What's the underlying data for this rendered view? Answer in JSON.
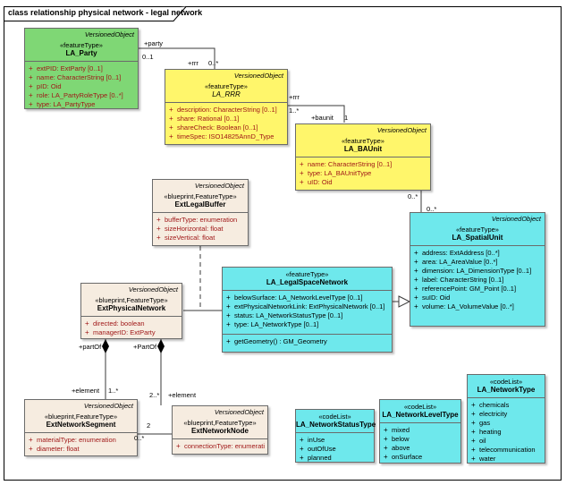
{
  "diagram": {
    "title": "class relationship physical network - legal network"
  },
  "colors": {
    "green": "#7fd775",
    "yellow": "#fff66b",
    "tan": "#f6ece0",
    "cyan": "#6ee8ec",
    "attr_red": "#a01818"
  },
  "classes": {
    "la_party": {
      "supertype": "VersionedObject",
      "stereotype": "«featureType»",
      "name": "LA_Party",
      "attrs": [
        "extPID: ExtParty [0..1]",
        "name: CharacterString [0..1]",
        "pID: Oid",
        "role: LA_PartyRoleType [0..*]",
        "type: LA_PartyType"
      ]
    },
    "la_rrr": {
      "supertype": "VersionedObject",
      "stereotype": "«featureType»",
      "name": "LA_RRR",
      "attrs": [
        "description: CharacterString [0..1]",
        "share: Rational [0..1]",
        "shareCheck: Boolean [0..1]",
        "timeSpec: ISO14825AnnD_Type"
      ]
    },
    "la_baunit": {
      "supertype": "VersionedObject",
      "stereotype": "«featureType»",
      "name": "LA_BAUnit",
      "attrs": [
        "name: CharacterString [0..1]",
        "type: LA_BAUnitType",
        "uID: Oid"
      ]
    },
    "la_spatialunit": {
      "supertype": "VersionedObject",
      "stereotype": "«featureType»",
      "name": "LA_SpatialUnit",
      "attrs": [
        "address: ExtAddress [0..*]",
        "area: LA_AreaValue [0..*]",
        "dimension: LA_DimensionType [0..1]",
        "label: CharacterString [0..1]",
        "referencePoint: GM_Point [0..1]",
        "suID: Oid",
        "volume: LA_VolumeValue [0..*]"
      ]
    },
    "extlegalbuffer": {
      "supertype": "VersionedObject",
      "stereotype": "«blueprint,FeatureType»",
      "name": "ExtLegalBuffer",
      "attrs": [
        "bufferType: enumeration",
        "sizeHorizontal: float",
        "sizeVertical: float"
      ]
    },
    "extphysicalnetwork": {
      "supertype": "VersionedObject",
      "stereotype": "«blueprint,FeatureType»",
      "name": "ExtPhysicalNetwork",
      "attrs": [
        "directed: boolean",
        "managerID: ExtParty"
      ]
    },
    "la_legalspacenetwork": {
      "stereotype": "«featureType»",
      "name": "LA_LegalSpaceNetwork",
      "attrs": [
        "belowSurface: LA_NetworkLevelType [0..1]",
        "extPhysicalNetworkLink: ExtPhysicalNetwork [0..1]",
        "status: LA_NetworkStatusType [0..1]",
        "type: LA_NetworkType [0..1]"
      ],
      "ops": [
        "getGeometry() : GM_Geometry"
      ]
    },
    "extnetworksegment": {
      "supertype": "VersionedObject",
      "stereotype": "«blueprint,FeatureType»",
      "name": "ExtNetworkSegment",
      "attrs": [
        "materialType: enumeration",
        "diameter: float"
      ]
    },
    "extnetworknode": {
      "supertype": "VersionedObject",
      "stereotype": "«blueprint,FeatureType»",
      "name": "ExtNetworkNode",
      "attrs": [
        "connectionType: enumeration"
      ]
    },
    "la_networkstatustype": {
      "stereotype": "«codeList»",
      "name": "LA_NetworkStatusType",
      "attrs": [
        "inUse",
        "outOfUse",
        "planned"
      ]
    },
    "la_networkleveltype": {
      "stereotype": "«codeList»",
      "name": "LA_NetworkLevelType",
      "attrs": [
        "mixed",
        "below",
        "above",
        "onSurface"
      ]
    },
    "la_networktype": {
      "stereotype": "«codeList»",
      "name": "LA_NetworkType",
      "attrs": [
        "chemicals",
        "electricity",
        "gas",
        "heating",
        "oil",
        "telecommunication",
        "water"
      ]
    }
  },
  "labels": {
    "party_role": "+party",
    "party_mult": "0..1",
    "rrr_role_a": "+rrr",
    "rrr_mult_a": "0..*",
    "rrr_role_b": "+rrr",
    "rrr_mult_b": "1..*",
    "baunit_role": "+baunit",
    "baunit_mult": "1",
    "su_mult_a": "0..*",
    "su_mult_b": "0..*",
    "partof_a": "+partOf",
    "partof_b": "+PartOf",
    "element_a": "+element",
    "element_a_mult": "1..*",
    "element_b": "+element",
    "element_b_mult": "2..*",
    "seg_node_mult_a": "2",
    "seg_node_mult_b": "0..*"
  },
  "glyphs": {
    "attr_marker": "+"
  }
}
